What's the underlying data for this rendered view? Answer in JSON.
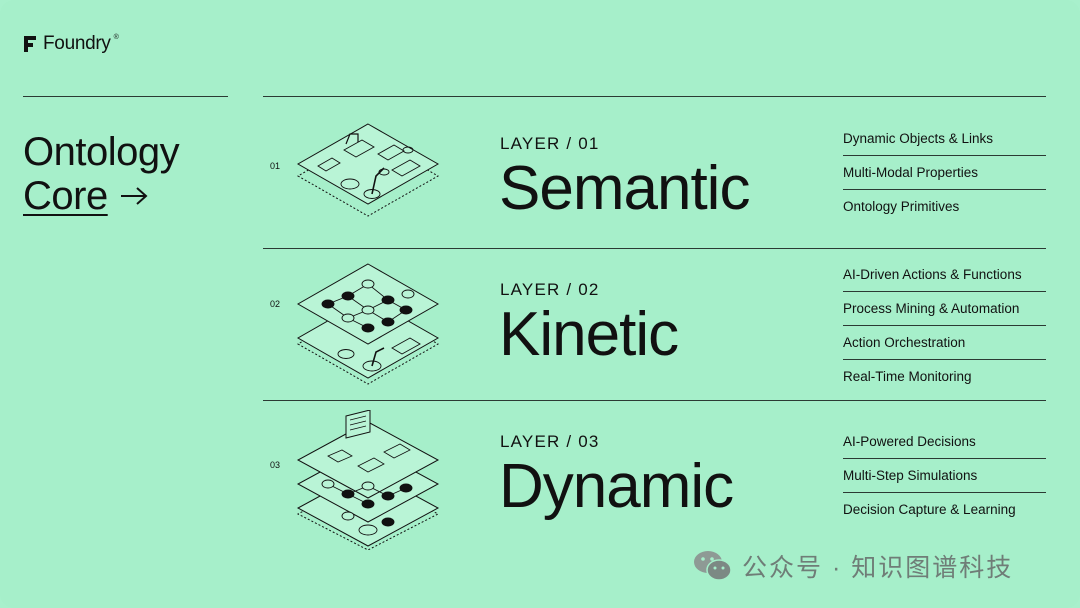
{
  "brand": {
    "name": "Foundry",
    "mark": "®"
  },
  "core": {
    "line1": "Ontology",
    "line2": "Core"
  },
  "layers": [
    {
      "num": "01",
      "label": "LAYER / 01",
      "name": "Semantic",
      "features": [
        "Dynamic Objects & Links",
        "Multi-Modal Properties",
        "Ontology Primitives"
      ]
    },
    {
      "num": "02",
      "label": "LAYER / 02",
      "name": "Kinetic",
      "features": [
        "AI-Driven Actions & Functions",
        "Process Mining & Automation",
        "Action Orchestration",
        "Real-Time Monitoring"
      ]
    },
    {
      "num": "03",
      "label": "LAYER / 03",
      "name": "Dynamic",
      "features": [
        "AI-Powered Decisions",
        "Multi-Step Simulations",
        "Decision Capture & Learning"
      ]
    }
  ],
  "watermark": {
    "text": "公众号 · 知识图谱科技"
  },
  "colors": {
    "background": "#a6efca",
    "ink": "#111111",
    "watermark": "#6f7d77"
  }
}
